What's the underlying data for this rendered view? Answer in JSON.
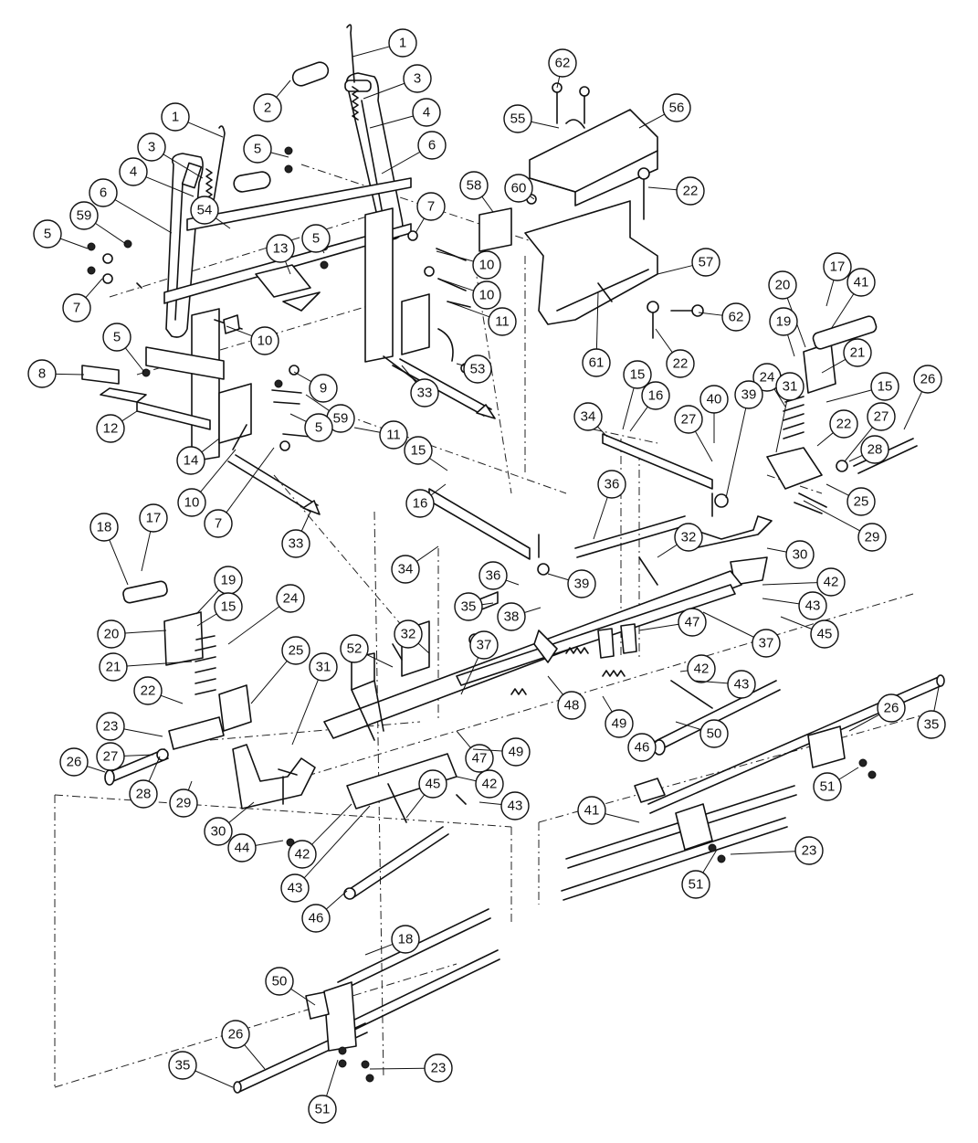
{
  "diagram": {
    "type": "exploded-parts-view",
    "line_color": "#111111",
    "background": "#ffffff",
    "callouts": [
      {
        "id": "c1",
        "label": "1"
      },
      {
        "id": "c2",
        "label": "2"
      },
      {
        "id": "c3",
        "label": "3"
      },
      {
        "id": "c4",
        "label": "4"
      },
      {
        "id": "c5",
        "label": "1"
      },
      {
        "id": "c6",
        "label": "3"
      },
      {
        "id": "c7",
        "label": "4"
      },
      {
        "id": "c8",
        "label": "6"
      },
      {
        "id": "c9",
        "label": "6"
      },
      {
        "id": "c10",
        "label": "5"
      },
      {
        "id": "c11",
        "label": "59"
      },
      {
        "id": "c12",
        "label": "54"
      },
      {
        "id": "c13",
        "label": "5"
      },
      {
        "id": "c14",
        "label": "7"
      },
      {
        "id": "c15",
        "label": "7"
      },
      {
        "id": "c16",
        "label": "13"
      },
      {
        "id": "c17",
        "label": "5"
      },
      {
        "id": "c18",
        "label": "10"
      },
      {
        "id": "c19",
        "label": "10"
      },
      {
        "id": "c20",
        "label": "11"
      },
      {
        "id": "c21",
        "label": "53"
      },
      {
        "id": "c22",
        "label": "5"
      },
      {
        "id": "c23",
        "label": "8"
      },
      {
        "id": "c24",
        "label": "9"
      },
      {
        "id": "c25",
        "label": "59"
      },
      {
        "id": "c26",
        "label": "11"
      },
      {
        "id": "c27",
        "label": "5"
      },
      {
        "id": "c28",
        "label": "10"
      },
      {
        "id": "c29",
        "label": "12"
      },
      {
        "id": "c30",
        "label": "14"
      },
      {
        "id": "c31",
        "label": "10"
      },
      {
        "id": "c32",
        "label": "7"
      },
      {
        "id": "c33",
        "label": "33"
      },
      {
        "id": "c34",
        "label": "33"
      },
      {
        "id": "c35",
        "label": "62"
      },
      {
        "id": "c36",
        "label": "55"
      },
      {
        "id": "c37",
        "label": "56"
      },
      {
        "id": "c38",
        "label": "60"
      },
      {
        "id": "c39",
        "label": "58"
      },
      {
        "id": "c40",
        "label": "22"
      },
      {
        "id": "c41",
        "label": "57"
      },
      {
        "id": "c42",
        "label": "62"
      },
      {
        "id": "c43",
        "label": "61"
      },
      {
        "id": "c44",
        "label": "22"
      },
      {
        "id": "c45",
        "label": "17"
      },
      {
        "id": "c46",
        "label": "20"
      },
      {
        "id": "c47",
        "label": "41"
      },
      {
        "id": "c48",
        "label": "19"
      },
      {
        "id": "c49",
        "label": "21"
      },
      {
        "id": "c50",
        "label": "24"
      },
      {
        "id": "c51",
        "label": "15"
      },
      {
        "id": "c52",
        "label": "26"
      },
      {
        "id": "c53",
        "label": "22"
      },
      {
        "id": "c54",
        "label": "27"
      },
      {
        "id": "c55",
        "label": "28"
      },
      {
        "id": "c56",
        "label": "25"
      },
      {
        "id": "c57",
        "label": "29"
      },
      {
        "id": "c58",
        "label": "15"
      },
      {
        "id": "c59",
        "label": "16"
      },
      {
        "id": "c60",
        "label": "40"
      },
      {
        "id": "c61",
        "label": "39"
      },
      {
        "id": "c62",
        "label": "27"
      },
      {
        "id": "c63",
        "label": "31"
      },
      {
        "id": "c64",
        "label": "34"
      },
      {
        "id": "c65",
        "label": "36"
      },
      {
        "id": "c66",
        "label": "32"
      },
      {
        "id": "c67",
        "label": "30"
      },
      {
        "id": "c68",
        "label": "42"
      },
      {
        "id": "c69",
        "label": "43"
      },
      {
        "id": "c70",
        "label": "45"
      },
      {
        "id": "c71",
        "label": "15"
      },
      {
        "id": "c72",
        "label": "16"
      },
      {
        "id": "c73",
        "label": "34"
      },
      {
        "id": "c74",
        "label": "36"
      },
      {
        "id": "c75",
        "label": "39"
      },
      {
        "id": "c76",
        "label": "35"
      },
      {
        "id": "c77",
        "label": "38"
      },
      {
        "id": "c78",
        "label": "37"
      },
      {
        "id": "c79",
        "label": "47"
      },
      {
        "id": "c80",
        "label": "42"
      },
      {
        "id": "c81",
        "label": "43"
      },
      {
        "id": "c82",
        "label": "26"
      },
      {
        "id": "c83",
        "label": "35"
      },
      {
        "id": "c84",
        "label": "18"
      },
      {
        "id": "c85",
        "label": "17"
      },
      {
        "id": "c86",
        "label": "19"
      },
      {
        "id": "c87",
        "label": "15"
      },
      {
        "id": "c88",
        "label": "20"
      },
      {
        "id": "c89",
        "label": "24"
      },
      {
        "id": "c90",
        "label": "21"
      },
      {
        "id": "c91",
        "label": "22"
      },
      {
        "id": "c92",
        "label": "25"
      },
      {
        "id": "c93",
        "label": "23"
      },
      {
        "id": "c94",
        "label": "27"
      },
      {
        "id": "c95",
        "label": "26"
      },
      {
        "id": "c96",
        "label": "28"
      },
      {
        "id": "c97",
        "label": "29"
      },
      {
        "id": "c98",
        "label": "30"
      },
      {
        "id": "c99",
        "label": "31"
      },
      {
        "id": "c100",
        "label": "52"
      },
      {
        "id": "c101",
        "label": "32"
      },
      {
        "id": "c102",
        "label": "37"
      },
      {
        "id": "c103",
        "label": "47"
      },
      {
        "id": "c104",
        "label": "48"
      },
      {
        "id": "c105",
        "label": "49"
      },
      {
        "id": "c106",
        "label": "46"
      },
      {
        "id": "c107",
        "label": "50"
      },
      {
        "id": "c108",
        "label": "49"
      },
      {
        "id": "c109",
        "label": "42"
      },
      {
        "id": "c110",
        "label": "43"
      },
      {
        "id": "c111",
        "label": "45"
      },
      {
        "id": "c112",
        "label": "44"
      },
      {
        "id": "c113",
        "label": "42"
      },
      {
        "id": "c114",
        "label": "43"
      },
      {
        "id": "c115",
        "label": "46"
      },
      {
        "id": "c116",
        "label": "41"
      },
      {
        "id": "c117",
        "label": "51"
      },
      {
        "id": "c118",
        "label": "23"
      },
      {
        "id": "c119",
        "label": "51"
      },
      {
        "id": "c120",
        "label": "18"
      },
      {
        "id": "c121",
        "label": "50"
      },
      {
        "id": "c122",
        "label": "26"
      },
      {
        "id": "c123",
        "label": "35"
      },
      {
        "id": "c124",
        "label": "51"
      },
      {
        "id": "c125",
        "label": "23"
      }
    ]
  }
}
